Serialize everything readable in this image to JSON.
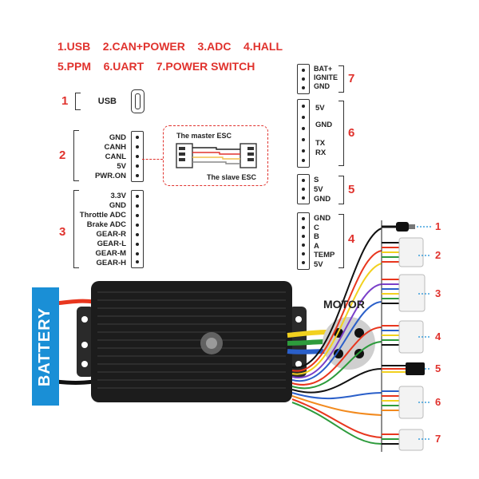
{
  "legend": {
    "row1": [
      "1.USB",
      "2.CAN+POWER",
      "3.ADC",
      "4.HALL"
    ],
    "row2": [
      "5.PPM",
      "6.UART",
      "7.POWER SWITCH"
    ]
  },
  "left": {
    "usb": {
      "num": "1",
      "labels": [
        "USB"
      ]
    },
    "can": {
      "num": "2",
      "labels": [
        "GND",
        "CANH",
        "CANL",
        "5V",
        "PWR.ON"
      ]
    },
    "adc": {
      "num": "3",
      "labels": [
        "3.3V",
        "GND",
        "Throttle ADC",
        "Brake ADC",
        "GEAR-R",
        "GEAR-L",
        "GEAR-M",
        "GEAR-H"
      ]
    }
  },
  "esc_box": {
    "master": "The master ESC",
    "slave": "The slave ESC"
  },
  "right": {
    "power": {
      "num": "7",
      "labels": [
        "BAT+",
        "IGNITE",
        "GND"
      ]
    },
    "uart": {
      "num": "6",
      "labels": [
        "5V",
        "GND",
        "TX",
        "RX"
      ]
    },
    "ppm": {
      "num": "5",
      "labels": [
        "S",
        "5V",
        "GND"
      ]
    },
    "hall": {
      "num": "4",
      "labels": [
        "GND",
        "C",
        "B",
        "A",
        "TEMP",
        "5V"
      ]
    }
  },
  "battery_label": "BATTERY",
  "motor_label": "MOTOR",
  "cable_numbers": [
    "1",
    "2",
    "3",
    "4",
    "5",
    "6",
    "7"
  ],
  "colors": {
    "accent_red": "#e0322d",
    "battery_blue": "#1a8fd6",
    "case_black": "#1c1c1c"
  }
}
